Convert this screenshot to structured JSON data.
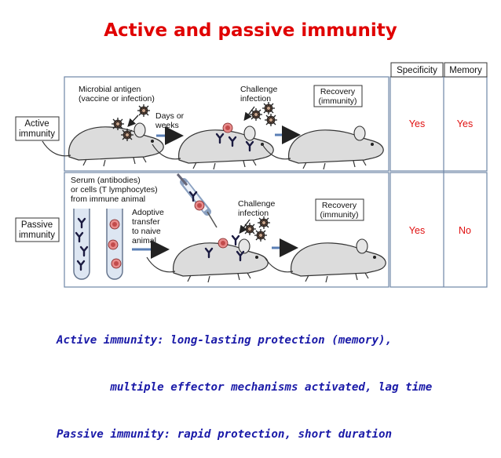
{
  "title": "Active and passive immunity",
  "columns": {
    "specificity": "Specificity",
    "memory": "Memory"
  },
  "rows": {
    "active": {
      "label": [
        "Active",
        "immunity"
      ],
      "antigen_label": [
        "Microbial antigen",
        "(vaccine or infection)"
      ],
      "delay_label": [
        "Days or",
        "weeks"
      ],
      "challenge_label": [
        "Challenge",
        "infection"
      ],
      "recovery_label": [
        "Recovery",
        "(immunity)"
      ],
      "specificity": "Yes",
      "memory": "Yes"
    },
    "passive": {
      "label": [
        "Passive",
        "immunity"
      ],
      "serum_label": [
        "Serum (antibodies)",
        "or cells (T lymphocytes)",
        "from immune animal"
      ],
      "transfer_label": [
        "Adoptive",
        "transfer",
        "to naive",
        "animal"
      ],
      "challenge_label": [
        "Challenge",
        "infection"
      ],
      "recovery_label": [
        "Recovery",
        "(immunity)"
      ],
      "specificity": "Yes",
      "memory": "No"
    }
  },
  "caption": [
    "Active immunity: long-lasting protection (memory),",
    "        multiple effector mechanisms activated, lag time",
    "Passive immunity: rapid protection, short duration"
  ],
  "colors": {
    "title": "#e00000",
    "caption": "#1a1aa8",
    "yes_no": "#e01010",
    "panel_border": "#6f87a7",
    "mouse": "#dcdcdc"
  }
}
